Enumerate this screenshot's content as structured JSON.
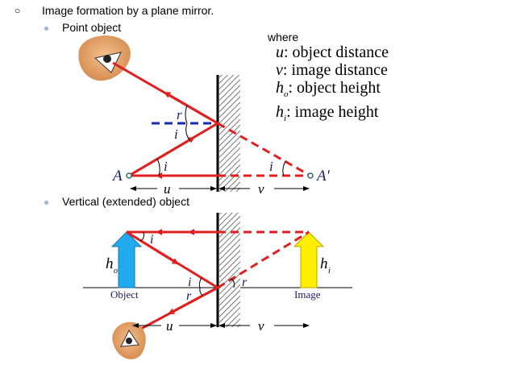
{
  "bullets": {
    "main": "Image formation by a plane mirror.",
    "point_object": "Point object",
    "extended_object": "Vertical (extended) object"
  },
  "legend": {
    "where": "where",
    "rows": [
      {
        "symbol": "u",
        "text": ": object distance"
      },
      {
        "symbol": "v",
        "text": ": image distance"
      },
      {
        "symbol": "h",
        "sub": "o",
        "text": ": object height"
      },
      {
        "symbol": "h",
        "sub": "i",
        "text": ": image height"
      }
    ]
  },
  "diagram1": {
    "label_A": "A",
    "label_A_image": "A'",
    "angle_r": "r",
    "angle_i": "i",
    "dist_u": "u",
    "dist_v": "v"
  },
  "diagram2": {
    "label_object": "Object",
    "label_image": "Image",
    "label_ho": "h",
    "label_ho_sub": "o",
    "label_hi": "h",
    "label_hi_sub": "i",
    "angle_i": "i",
    "angle_r": "r",
    "dist_u": "u",
    "dist_v": "v"
  },
  "colors": {
    "ray": "#e02020",
    "normal": "#1a2aa8",
    "object_arrow": "#22aaee",
    "image_arrow": "#ffee00"
  }
}
